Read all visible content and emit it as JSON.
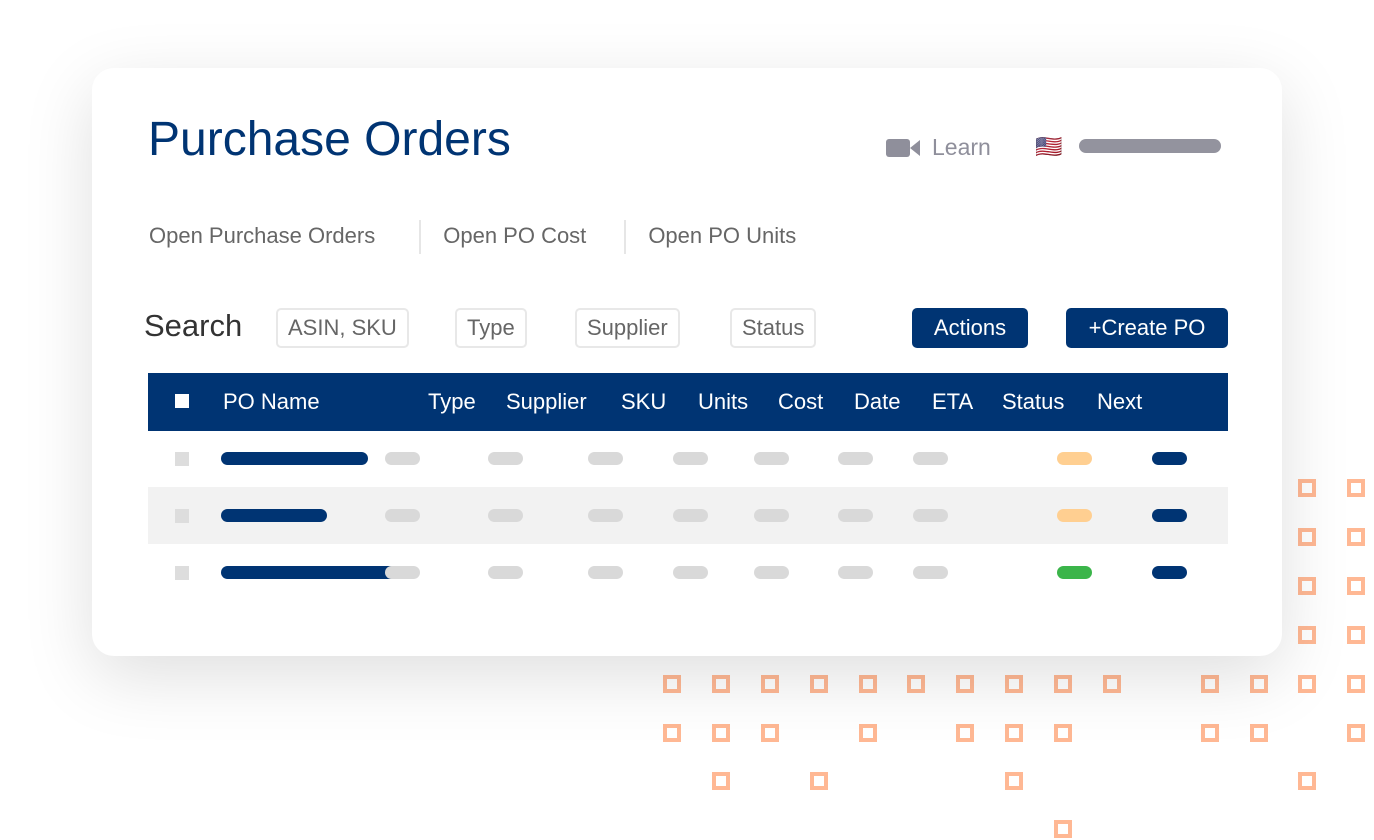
{
  "header": {
    "title": "Purchase Orders",
    "learn_label": "Learn",
    "flag": "🇺🇸",
    "video_icon": "video-camera-icon"
  },
  "tabs": [
    "Open Purchase Orders",
    "Open PO Cost",
    "Open PO Units"
  ],
  "search": {
    "label": "Search",
    "fields": [
      "ASIN, SKU",
      "Type",
      "Supplier",
      "Status"
    ]
  },
  "buttons": {
    "actions": "Actions",
    "create": "+Create PO"
  },
  "table": {
    "columns": [
      "PO Name",
      "Type",
      "Supplier",
      "SKU",
      "Units",
      "Cost",
      "Date",
      "ETA",
      "Status",
      "Next"
    ],
    "rows": [
      {
        "status_color": "#ffcf91"
      },
      {
        "status_color": "#ffcf91"
      },
      {
        "status_color": "#3bb54a"
      }
    ]
  },
  "colors": {
    "brand": "#003473",
    "accent_squares": "#ffb894"
  }
}
